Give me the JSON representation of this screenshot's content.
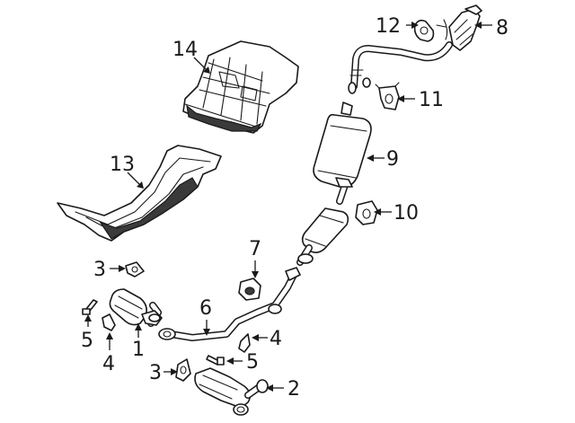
{
  "callouts": [
    {
      "id": "1",
      "text": "1"
    },
    {
      "id": "2",
      "text": "2"
    },
    {
      "id": "3a",
      "text": "3"
    },
    {
      "id": "3b",
      "text": "3"
    },
    {
      "id": "4a",
      "text": "4"
    },
    {
      "id": "4b",
      "text": "4"
    },
    {
      "id": "5a",
      "text": "5"
    },
    {
      "id": "5b",
      "text": "5"
    },
    {
      "id": "6",
      "text": "6"
    },
    {
      "id": "7",
      "text": "7"
    },
    {
      "id": "8",
      "text": "8"
    },
    {
      "id": "9",
      "text": "9"
    },
    {
      "id": "10",
      "text": "10"
    },
    {
      "id": "11",
      "text": "11"
    },
    {
      "id": "12",
      "text": "12"
    },
    {
      "id": "13",
      "text": "13"
    },
    {
      "id": "14",
      "text": "14"
    }
  ],
  "colors": {
    "line": "#1a1a1a",
    "background": "#ffffff"
  }
}
